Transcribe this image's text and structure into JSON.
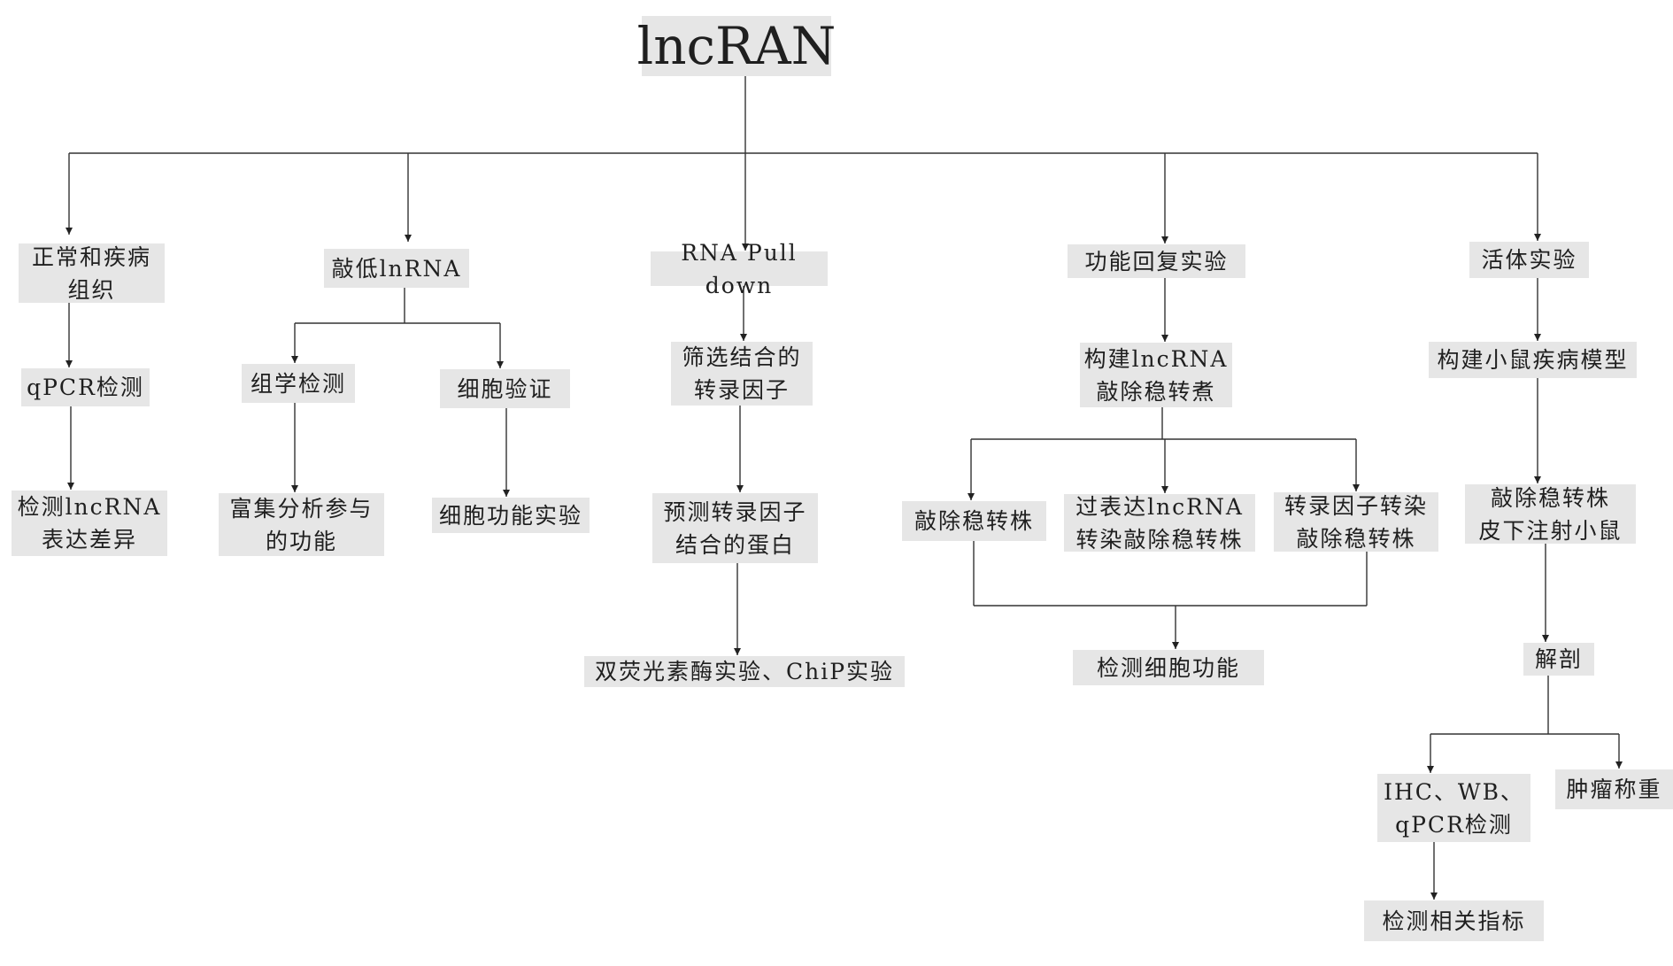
{
  "diagram": {
    "root": "lncRAN",
    "nodes": {
      "n1": "正常和疾病\n组织",
      "n1a": "qPCR检测",
      "n1b": "检测lncRNA\n表达差异",
      "n2": "敲低lnRNA",
      "n2a": "组学检测",
      "n2b": "细胞验证",
      "n2c": "富集分析参与\n的功能",
      "n2d": "细胞功能实验",
      "n3": "RNA Pull down",
      "n3a": "筛选结合的\n转录因子",
      "n3b": "预测转录因子\n结合的蛋白",
      "n3c": "双荧光素酶实验、ChiP实验",
      "n4": "功能回复实验",
      "n4a": "构建lncRNA\n敲除稳转煮",
      "n4b": "敲除稳转株",
      "n4c": "过表达lncRNA\n转染敲除稳转株",
      "n4d": "转录因子转染\n敲除稳转株",
      "n4e": "检测细胞功能",
      "n5": "活体实验",
      "n5a": "构建小鼠疾病模型",
      "n5b": "敲除稳转株\n皮下注射小鼠",
      "n5c": "解剖",
      "n5d": "IHC、WB、\nqPCR检测",
      "n5e": "肿瘤称重",
      "n5f": "检测相关指标"
    }
  }
}
